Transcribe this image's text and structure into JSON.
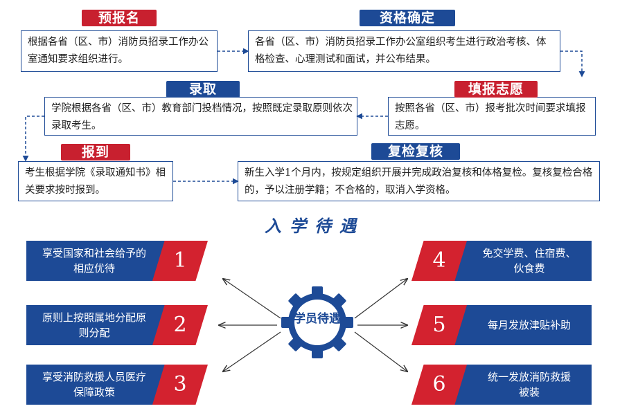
{
  "process": {
    "step1": {
      "title": "预报名",
      "text": "根据各省（区、市）消防员招录工作办公室通知要求组织进行。"
    },
    "step2": {
      "title": "资格确定",
      "text": "各省（区、市）消防员招录工作办公室组织考生进行政治考核、体格检查、心理测试和面试，并公布结果。"
    },
    "step3": {
      "title": "填报志愿",
      "text": "按照各省（区、市）报考批次时间要求填报志愿。"
    },
    "step4": {
      "title": "录取",
      "text": "学院根据各省（区、市）教育部门投档情况，按照既定录取原则依次录取考生。"
    },
    "step5": {
      "title": "报到",
      "text": "考生根据学院《录取通知书》相关要求按时报到。"
    },
    "step6": {
      "title": "复检复核",
      "text": "新生入学1个月内，按规定组织开展并完成政治复核和体格复检。复核复检合格的，予以注册学籍；不合格的，取消入学资格。"
    }
  },
  "benefits_title": "入学待遇",
  "hub_label": "学员待遇",
  "benefits": [
    {
      "num": "1",
      "text": "享受国家和社会给予的相应优待"
    },
    {
      "num": "2",
      "text": "原则上按照属地分配原则分配"
    },
    {
      "num": "3",
      "text": "享受消防救援人员医疗保障政策"
    },
    {
      "num": "4",
      "text": "免交学费、住宿费、伙食费"
    },
    {
      "num": "5",
      "text": "每月发放津贴补助"
    },
    {
      "num": "6",
      "text": "统一发放消防救援被装"
    }
  ],
  "colors": {
    "red": "#c8202f",
    "blue": "#1d4a96"
  }
}
